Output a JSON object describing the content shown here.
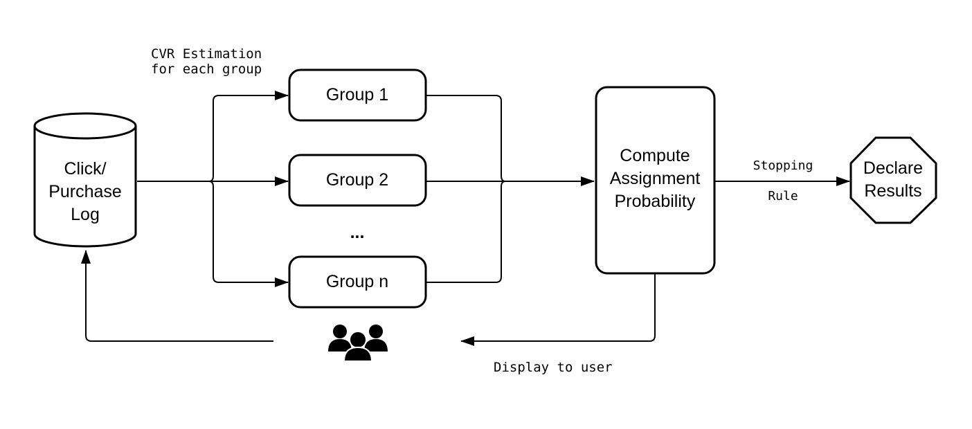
{
  "nodes": {
    "log": {
      "lines": [
        "Click/",
        "Purchase",
        "Log"
      ]
    },
    "group1": {
      "label": "Group 1"
    },
    "group2": {
      "label": "Group 2"
    },
    "ellipsis": {
      "label": "..."
    },
    "groupn": {
      "label": "Group n"
    },
    "compute": {
      "lines": [
        "Compute",
        "Assignment",
        "Probability"
      ]
    },
    "declare": {
      "lines": [
        "Declare",
        "Results"
      ]
    }
  },
  "edge_labels": {
    "cvr": [
      "CVR Estimation",
      "for each group"
    ],
    "stopping": [
      "Stopping",
      "Rule"
    ],
    "display": "Display to user"
  },
  "icons": {
    "users": "users-group-icon"
  },
  "colors": {
    "stroke": "#000000",
    "fill": "#ffffff"
  }
}
